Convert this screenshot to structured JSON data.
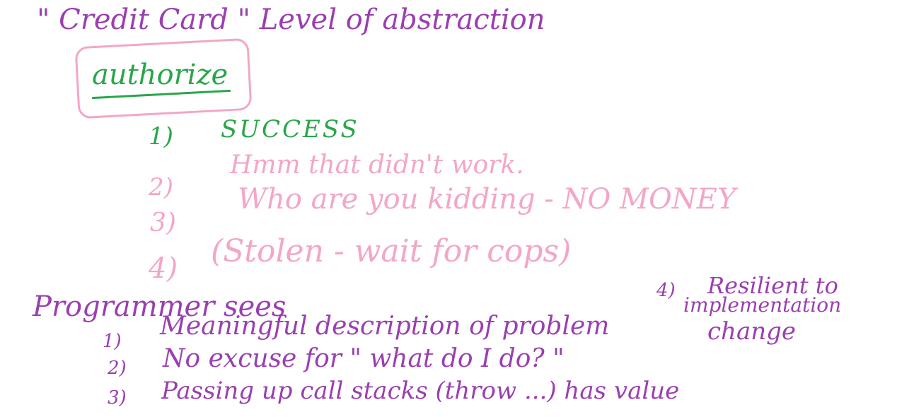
{
  "heading": "\" Credit Card \"  Level of abstraction",
  "box_label": "authorize",
  "responses": [
    {
      "num": "1)",
      "text": "SUCCESS"
    },
    {
      "num": "2)",
      "text": "Hmm that didn't work."
    },
    {
      "num": "3)",
      "text": "Who are you kidding - NO MONEY"
    },
    {
      "num": "4)",
      "text": "(Stolen - wait for cops)"
    }
  ],
  "programmer_heading": "Programmer sees",
  "programmer_points": [
    {
      "num": "1)",
      "text": "Meaningful description of problem"
    },
    {
      "num": "2)",
      "text": "No excuse for \" what do I do? \""
    },
    {
      "num": "3)",
      "text": "Passing up call stacks (throw ...) has value"
    }
  ],
  "side_point": {
    "num": "4)",
    "line1": "Resilient to",
    "line2": "implementation",
    "line3": "change"
  },
  "colors": {
    "purple": "#9a3fb0",
    "green": "#2aa54a",
    "pink": "#f3a6c8"
  }
}
